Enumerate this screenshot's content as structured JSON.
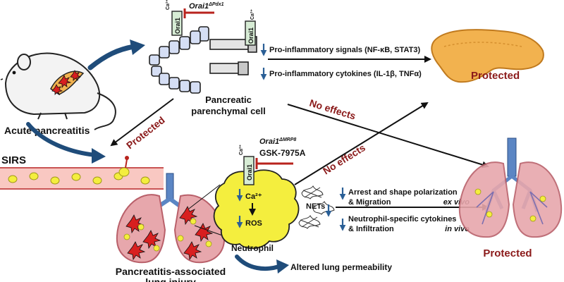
{
  "colors": {
    "inhibitor_red": "#b8231d",
    "protected_red": "#8b1a1a",
    "arrow_blue": "#2a5f96",
    "pancreas_orange": "#f2b24f",
    "neutrophil_yellow": "#f4ee3e",
    "lung_pink": "#e7a7ac",
    "trachea_blue": "#5b86c4",
    "cell_blue": "#d5def4"
  },
  "mouse": {
    "label": "Acute pancreatitis"
  },
  "parenchymal": {
    "ca_label": "Ca²⁺",
    "channel_label": "Orai1",
    "knockout_main": "Orai1",
    "knockout_sup": "ΔPdx1",
    "cell_label_line1": "Pancreatic",
    "cell_label_line2": "parenchymal cell",
    "signal_1": "Pro-inflammatory signals (NF-κB, STAT3)",
    "signal_2": "Pro-inflammatory cytokines (IL-1β, TNFα)"
  },
  "pancreas": {
    "label": "Protected"
  },
  "sirs": {
    "label": "SIRS",
    "protected_label": "Protected"
  },
  "cross": {
    "no_effects_1": "No effects",
    "no_effects_2": "No effects"
  },
  "neutrophil": {
    "ca_label": "Ca²⁺",
    "channel_label": "Orai1",
    "knockout_main": "Orai1",
    "knockout_sup": "ΔMRP8",
    "inhibitor": "GSK-7975A",
    "ca_inside": "Ca²⁺",
    "ros": "ROS",
    "label": "Neutrophil",
    "nets": "NETs",
    "effect_1a": "Arrest and shape polarization",
    "effect_1b": "& Migration",
    "effect_1b_note": "ex vivo",
    "effect_2a": "Neutrophil-specific cytokines",
    "effect_2b": "& Infiltration",
    "effect_2b_note": "in vivo"
  },
  "injured_lung": {
    "label_line1": "Pancreatitis-associated",
    "label_line2": "lung injury",
    "permeability": "Altered lung permeability"
  },
  "healthy_lung": {
    "label": "Protected"
  }
}
